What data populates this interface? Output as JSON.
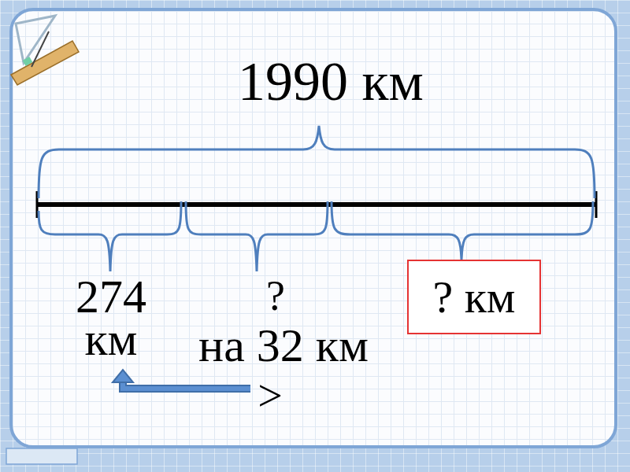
{
  "diagram": {
    "nodes": [
      {
        "text": [
          "? км"
        ]
      }
    ],
    "labels": [
      "1990 км",
      "274 км",
      "?",
      "на 32 км",
      ">"
    ]
  }
}
